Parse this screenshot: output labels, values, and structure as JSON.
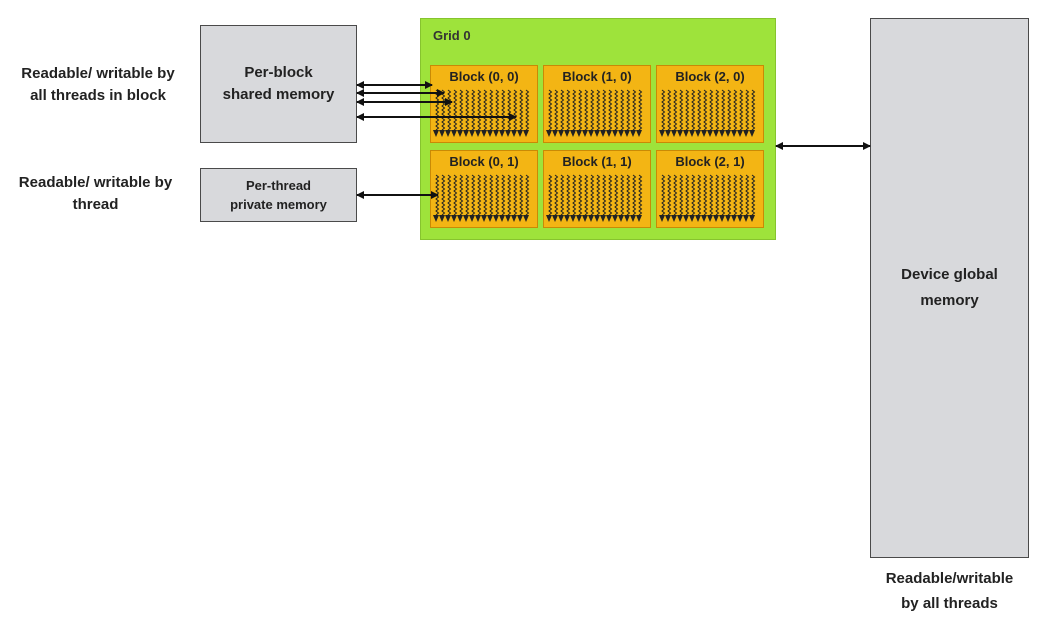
{
  "labels": {
    "shared_scope": "Readable/ writable by\nall threads in block",
    "private_scope": "Readable/ writable by\nthread",
    "global_scope": "Readable/writable\nby all threads"
  },
  "memory": {
    "shared": "Per-block\nshared memory",
    "private": "Per-thread\nprivate memory",
    "global": "Device global\nmemory"
  },
  "grid": {
    "title": "Grid 0",
    "blocks": [
      [
        "Block (0, 0)",
        "Block (1, 0)",
        "Block (2, 0)"
      ],
      [
        "Block (0, 1)",
        "Block (1, 1)",
        "Block (2, 1)"
      ]
    ]
  },
  "colors": {
    "grid": "#9ee33b",
    "block": "#f3b514",
    "memory": "#d8d9dc",
    "thread": "#222222"
  }
}
